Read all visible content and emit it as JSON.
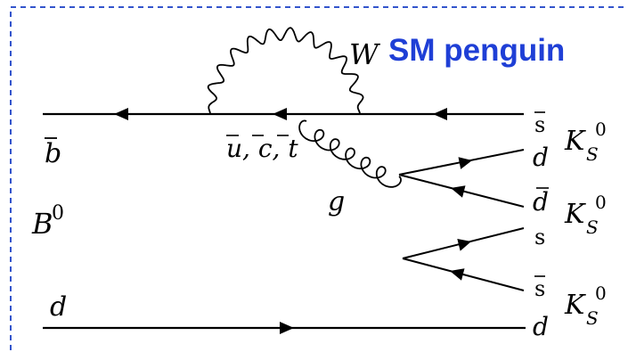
{
  "title": "SM penguin",
  "colors": {
    "title": "#1f3fd6",
    "frame": "#3355cc",
    "line": "#000000"
  },
  "labels": {
    "w_boson": "W",
    "gluon": "g",
    "b_bar": "b",
    "b_meson": "B",
    "b_meson_sup": "0",
    "d_spectator": "d",
    "internal_quarks": "u, c, t",
    "s_bar_top": "s",
    "d_top": "d",
    "d_bar_mid": "d",
    "s_mid": "s",
    "s_bar_bottom": "s",
    "d_bottom": "d",
    "kshort_main": "K",
    "kshort_sub": "S",
    "kshort_sup": "0"
  }
}
